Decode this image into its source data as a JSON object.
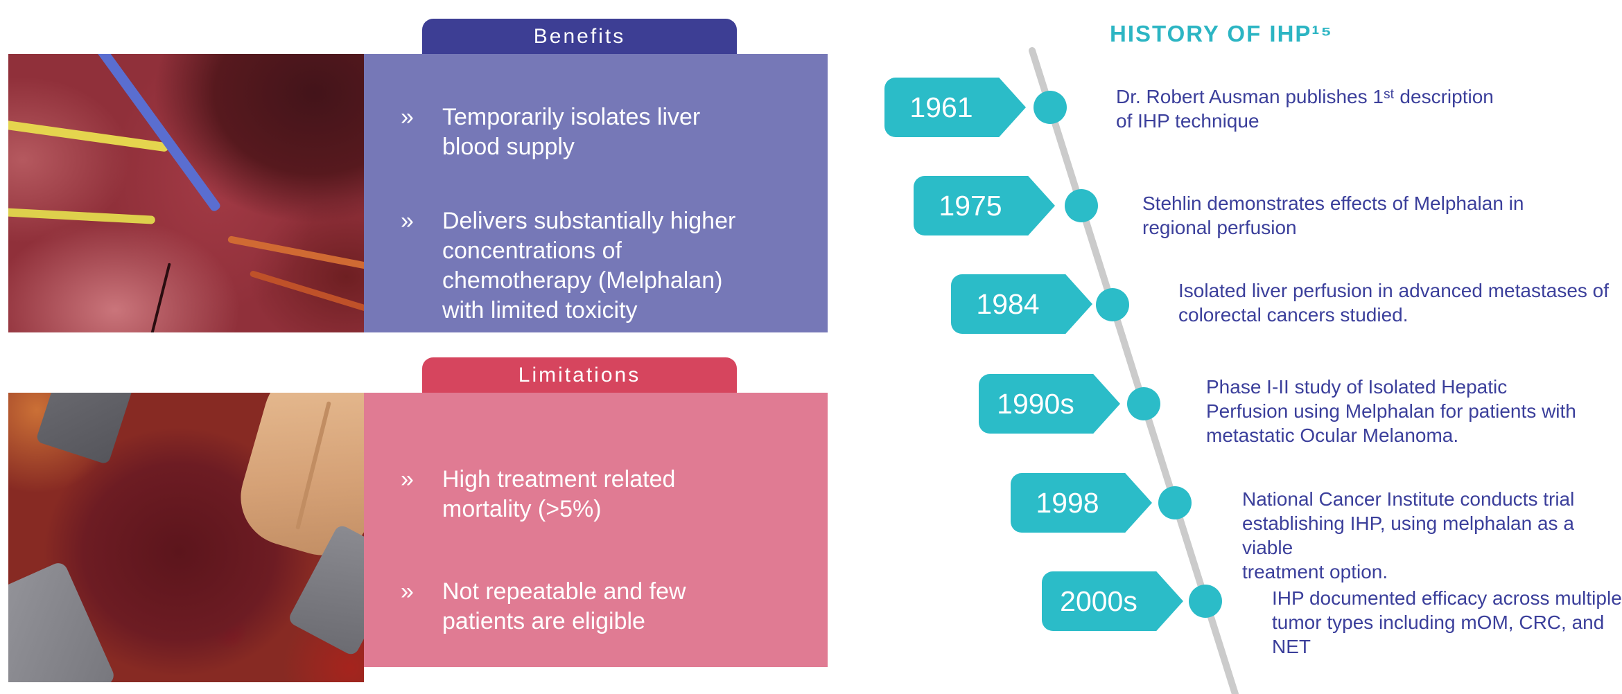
{
  "glyphs": {
    "bullet": "»"
  },
  "benefits": {
    "tab_label": "Benefits",
    "items": [
      "Temporarily isolates liver\nblood supply",
      "Delivers substantially higher\nconcentrations of\nchemotherapy (Melphalan)\nwith limited toxicity"
    ]
  },
  "limitations": {
    "tab_label": "Limitations",
    "items": [
      "High treatment related\nmortality (>5%)",
      "Not repeatable and few\npatients are eligible"
    ]
  },
  "timeline": {
    "title": "HISTORY OF IHP¹⁵",
    "entries": [
      {
        "year": "1961",
        "text": "Dr. Robert Ausman publishes 1ˢᵗ description\nof IHP technique"
      },
      {
        "year": "1975",
        "text": "Stehlin demonstrates effects of Melphalan in\nregional perfusion"
      },
      {
        "year": "1984",
        "text": "Isolated liver perfusion in advanced metastases of\ncolorectal cancers studied."
      },
      {
        "year": "1990s",
        "text": "Phase I-II study of Isolated Hepatic\nPerfusion using Melphalan for patients with\nmetastatic Ocular Melanoma."
      },
      {
        "year": "1998",
        "text": "National Cancer Institute conducts trial\nestablishing IHP, using melphalan as a viable\ntreatment option."
      },
      {
        "year": "2000s",
        "text": "IHP documented efficacy across multiple\ntumor types including mOM, CRC, and\nNET"
      }
    ]
  },
  "photos": {
    "top_depicts": "Surgical photo of liver hilum with yellow and blue vessel loops isolating liver blood supply",
    "bottom_depicts": "Surgical photo of exposed liver with metastatic nodules held by a hand"
  },
  "colors": {
    "benefits_tab": "#3d3e94",
    "benefits_panel": "#7678b7",
    "limitations_tab": "#d6455e",
    "limitations_panel": "#e07b93",
    "timeline_teal": "#2bbcc8",
    "timeline_title": "#2cb5c3",
    "timeline_text": "#3b3f9b",
    "timeline_line": "#cbcbcb"
  }
}
